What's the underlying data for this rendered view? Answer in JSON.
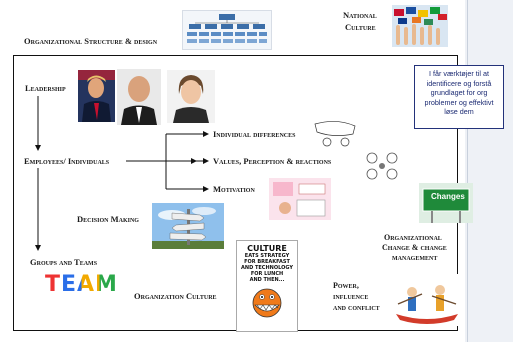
{
  "labels": {
    "org_structure": "Organizational Structure & design",
    "national_culture_line1": "National",
    "national_culture_line2": "Culture",
    "leadership": "Leadership",
    "employees": "Employees/ Individuals",
    "individual_differences": "Individual differences",
    "values_perception": "Values, Perception & reactions",
    "motivation": "Motivation",
    "decision_making": "Decision Making",
    "groups_teams": "Groups and Teams",
    "organization_culture": "Organization Culture",
    "org_change_line1": "Organizational",
    "org_change_line2": "Change & change",
    "org_change_line3": "management",
    "power_line1": "Power,",
    "power_line2": "influence",
    "power_line3": "and conflict"
  },
  "note_text": "I får værktøjer til at identificere og forstå grundlaget for org problemer og effektivt løse dem",
  "culture_card": {
    "title": "CULTURE",
    "lines": [
      "EATS STRATEGY",
      "FOR BREAKFAST",
      "AND TECHNOLOGY",
      "FOR LUNCH",
      "AND THEN..."
    ]
  },
  "sign_text": "Changes",
  "team_text": "TEAM",
  "colors": {
    "note_border": "#23327a",
    "note_text": "#1c2b73",
    "frame": "#111111",
    "sign_green": "#1f8a3a"
  }
}
